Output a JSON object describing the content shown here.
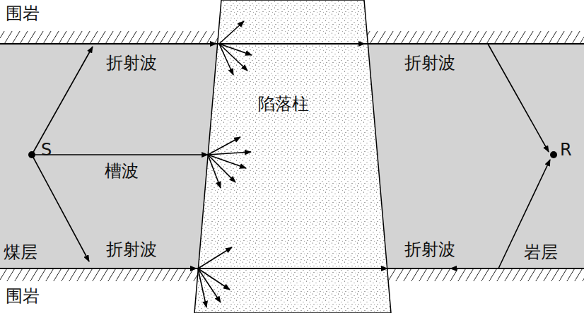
{
  "diagram": {
    "nodes": [
      {
        "text": [
          "煤层"
        ]
      },
      {
        "text": [
          "S"
        ],
        "in": 0
      },
      {
        "text": [
          "陷落柱"
        ]
      },
      {
        "text": [
          "岩层"
        ]
      },
      {
        "text": [
          "R"
        ],
        "in": 3
      }
    ],
    "edges": [
      {
        "from": 1,
        "to": 2,
        "label": "槽波",
        "arrow": "to"
      }
    ],
    "labels": [
      "围岩",
      "围岩",
      "折射波",
      "折射波",
      "折射波",
      "折射波"
    ]
  }
}
